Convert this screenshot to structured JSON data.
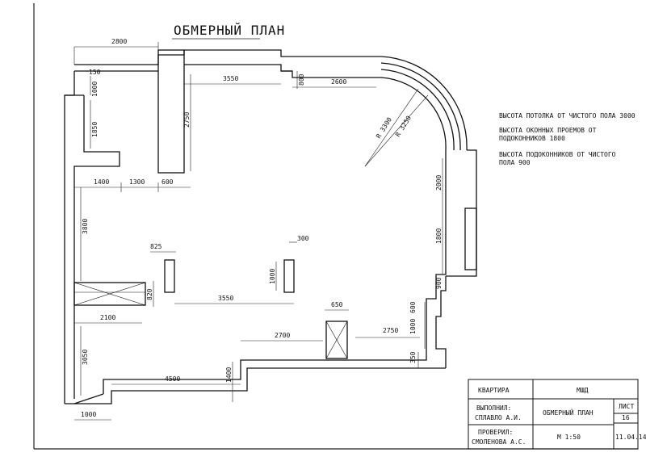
{
  "title": "ОБМЕРНЫЙ ПЛАН",
  "notes": [
    "ВЫСОТА ПОТОЛКА ОТ ЧИСТОГО ПОЛА 3000",
    "ВЫСОТА ОКОННЫХ ПРОЕМОВ ОТ",
    "ПОДОКОННИКОВ 1800",
    "ВЫСОТА ПОДОКОННИКОВ ОТ ЧИСТОГО",
    "ПОЛА 900"
  ],
  "dimensions": {
    "d2800_top": "2800",
    "d150": "150",
    "d1000_left": "1000",
    "d1850": "1850",
    "d3550_top": "3550",
    "d2750_vert": "2750",
    "d800_top": "800",
    "d2600": "2600",
    "r3300": "R 3300",
    "r3250": "R 3250",
    "d1400": "1400",
    "d1300": "1300",
    "d600_left": "600",
    "d2000": "2000",
    "d3800": "3800",
    "d825": "825",
    "d300": "300",
    "d1800": "1800",
    "d1000_col": "1000",
    "d900": "900",
    "d820": "820",
    "d3550_mid": "3550",
    "d650": "650",
    "d600_right": "600",
    "d2100": "2100",
    "d2700": "2700",
    "d2750_horiz": "2750",
    "d1000_right": "1000",
    "d350": "350",
    "d3050": "3050",
    "d4500": "4500",
    "d1400_vert": "1400",
    "d1000_bottom": "1000"
  },
  "stamp": {
    "apartment_label": "КВАРТИРА",
    "apartment_value": "МШД",
    "done_by_label": "ВЫПОЛНИЛ:",
    "done_by_name": "СПЛАВЛО А.И.",
    "checked_label": "ПРОВЕРИЛ:",
    "checked_name": "СМОЛЕНОВА А.С.",
    "drawing_name": "ОБМЕРНЫЙ ПЛАН",
    "scale": "М 1:50",
    "sheet_label": "ЛИСТ",
    "sheet_number": "16",
    "date": "11.04.14"
  }
}
